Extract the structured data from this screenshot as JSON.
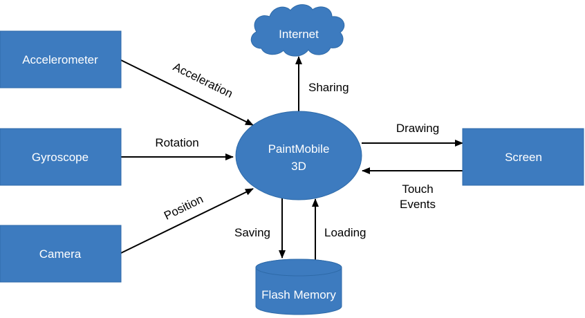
{
  "colors": {
    "node_fill": "#3d7bbf",
    "node_stroke": "#2e6aa8",
    "node_text": "#ffffff",
    "edge": "#000000"
  },
  "nodes": {
    "accelerometer": "Accelerometer",
    "gyroscope": "Gyroscope",
    "camera": "Camera",
    "internet": "Internet",
    "center_line1": "PaintMobile",
    "center_line2": "3D",
    "screen": "Screen",
    "flash": "Flash Memory"
  },
  "edges": {
    "acceleration": "Acceleration",
    "rotation": "Rotation",
    "position": "Position",
    "sharing": "Sharing",
    "drawing": "Drawing",
    "touch_line1": "Touch",
    "touch_line2": "Events",
    "saving": "Saving",
    "loading": "Loading"
  }
}
